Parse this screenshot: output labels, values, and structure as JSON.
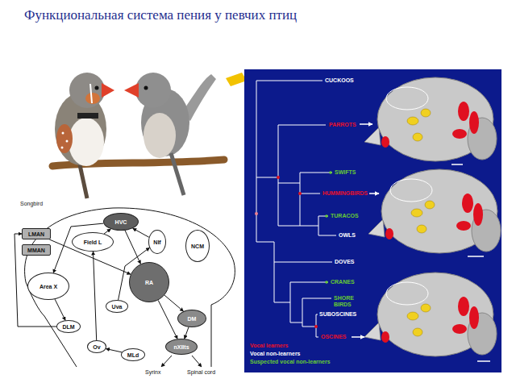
{
  "diagram": {
    "title": "Функциональная система пения у певчих птиц",
    "nodes": [
      {
        "text": [
          "HVC"
        ]
      },
      {
        "text": [
          "NIf"
        ]
      },
      {
        "text": [
          "Field L"
        ]
      },
      {
        "text": [
          "NCM"
        ]
      },
      {
        "text": [
          "LMAN"
        ]
      },
      {
        "text": [
          "MMAN"
        ]
      },
      {
        "text": [
          "Area X"
        ]
      },
      {
        "text": [
          "RA"
        ]
      },
      {
        "text": [
          "DLM"
        ]
      },
      {
        "text": [
          "Uva"
        ]
      },
      {
        "text": [
          "Ov"
        ]
      },
      {
        "text": [
          "MLd"
        ]
      },
      {
        "text": [
          "DM"
        ]
      },
      {
        "text": [
          "nXIIts"
        ]
      }
    ],
    "edges": [
      {
        "from": 1,
        "to": 0,
        "arrow": "to"
      },
      {
        "from": 2,
        "to": 0,
        "arrow": "to"
      },
      {
        "from": 0,
        "to": 7,
        "arrow": "to"
      },
      {
        "from": 0,
        "to": 6,
        "arrow": "to"
      },
      {
        "from": 6,
        "to": 8,
        "arrow": "to"
      },
      {
        "from": 8,
        "to": 4,
        "arrow": "to"
      },
      {
        "from": 4,
        "to": 7,
        "arrow": "to"
      },
      {
        "from": 7,
        "to": 12,
        "arrow": "to"
      },
      {
        "from": 7,
        "to": 13,
        "arrow": "to"
      },
      {
        "from": 12,
        "to": 13,
        "arrow": "to"
      },
      {
        "from": 9,
        "to": 1,
        "arrow": "to"
      },
      {
        "from": 10,
        "to": 2,
        "arrow": "to"
      },
      {
        "from": 11,
        "to": 10,
        "arrow": "to"
      }
    ],
    "labels": [
      "Songbird",
      "Syrinx",
      "Spinal cord",
      "CUCKOOS",
      "PARROTS",
      "SWIFTS",
      "HUMMINGBIRDS",
      "TURACOS",
      "OWLS",
      "DOVES",
      "CRANES",
      "SHORE BIRDS",
      "SUBOSCINES",
      "OSCINES"
    ],
    "legend": [
      {
        "text": "Vocal learners",
        "color": "#e8102a"
      },
      {
        "text": "Vocal non-learners",
        "color": "#ffffff"
      },
      {
        "text": "Suspected vocal non-learners",
        "color": "#66cc33"
      }
    ]
  }
}
